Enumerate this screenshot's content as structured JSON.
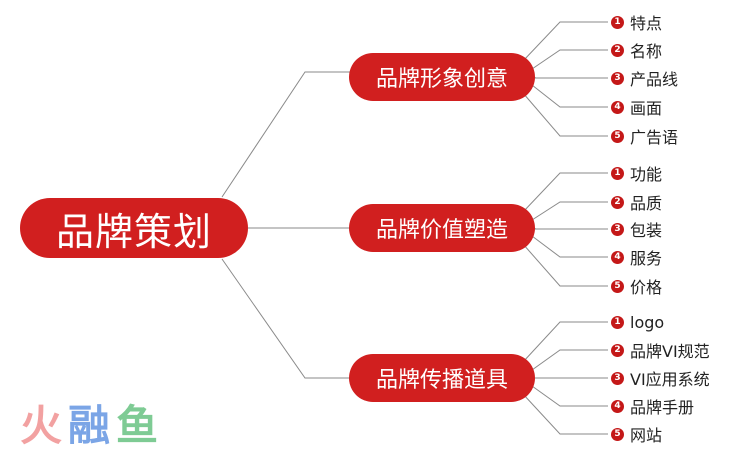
{
  "root": {
    "label": "品牌策划"
  },
  "branches": [
    {
      "label": "品牌形象创意",
      "leaves": [
        {
          "num": "1",
          "label": "特点"
        },
        {
          "num": "2",
          "label": "名称"
        },
        {
          "num": "3",
          "label": "产品线"
        },
        {
          "num": "4",
          "label": "画面"
        },
        {
          "num": "5",
          "label": "广告语"
        }
      ]
    },
    {
      "label": "品牌价值塑造",
      "leaves": [
        {
          "num": "1",
          "label": "功能"
        },
        {
          "num": "2",
          "label": "品质"
        },
        {
          "num": "3",
          "label": "包装"
        },
        {
          "num": "4",
          "label": "服务"
        },
        {
          "num": "5",
          "label": "价格"
        }
      ]
    },
    {
      "label": "品牌传播道具",
      "leaves": [
        {
          "num": "1",
          "label": "logo"
        },
        {
          "num": "2",
          "label": "品牌VI规范"
        },
        {
          "num": "3",
          "label": "VI应用系统"
        },
        {
          "num": "4",
          "label": "品牌手册"
        },
        {
          "num": "5",
          "label": "网站"
        }
      ]
    }
  ],
  "watermark": {
    "text": [
      "火",
      "融",
      "鱼"
    ],
    "colors": [
      "#f08a8a",
      "#5b8fe0",
      "#5fbf7a"
    ]
  },
  "colors": {
    "node": "#d11f1f",
    "line": "#888888",
    "bullet": "#c41818"
  }
}
